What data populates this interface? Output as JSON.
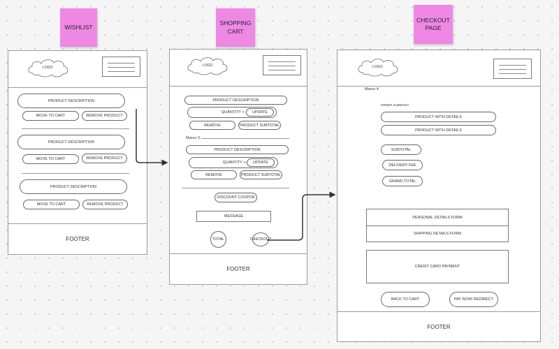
{
  "stickies": {
    "wishlist": "WISHLIST",
    "cart_line1": "SHOPPING",
    "cart_line2": "CART",
    "checkout_line1": "CHECKOUT",
    "checkout_line2": "PAGE"
  },
  "common": {
    "logo": "LOGO",
    "footer": "FOOTER"
  },
  "wishlist": {
    "items": [
      {
        "description": "PRODUCT DESCRIPTION",
        "move": "MOVE TO CART",
        "remove": "REMOVE PRODUCT"
      },
      {
        "description": "PRODUCT DESCRIPTION",
        "move": "MOVE TO CART",
        "remove": "REMOVE PRODUCT"
      },
      {
        "description": "PRODUCT DESCRIPTION",
        "move": "MOVE TO CART",
        "remove": "REMOVE PRODUCT"
      }
    ]
  },
  "cart": {
    "items": [
      {
        "description": "PRODUCT DESCRIPTION",
        "quantity": "QUANTITY +-",
        "update": "UPDATE",
        "remove": "REMOVE",
        "subtotal": "PRODUCT SUBTOTAL"
      },
      {
        "description": "PRODUCT DESCRIPTION",
        "quantity": "QUANTITY +-",
        "update": "UPDATE",
        "remove": "REMOVE",
        "subtotal": "PRODUCT SUBTOTAL"
      }
    ],
    "note": "Marco 3",
    "coupon": "DISCOUNT COUPON",
    "message": "MESSAGE",
    "total": "TOTAL",
    "checkout": "CHECKOUT"
  },
  "checkout": {
    "note": "Marco 4",
    "order_summary": "ORDER SUMMARY",
    "product1": "PRODUCT WITH DETAILS",
    "product2": "PRODUCT WITH DETAILS",
    "subtotal": "SUBTOTAL",
    "delivery": "DELIVERY FEE",
    "grand_total": "GRAND TOTAL",
    "personal_form": "PERSONAL DETAILS FORM",
    "shipping_form": "SHIPPING DETAILS FORM",
    "card_payment": "CREDIT CARD PAYMENT",
    "back": "BACK TO CART",
    "pay": "PAY NOW/ REDIRECT"
  }
}
